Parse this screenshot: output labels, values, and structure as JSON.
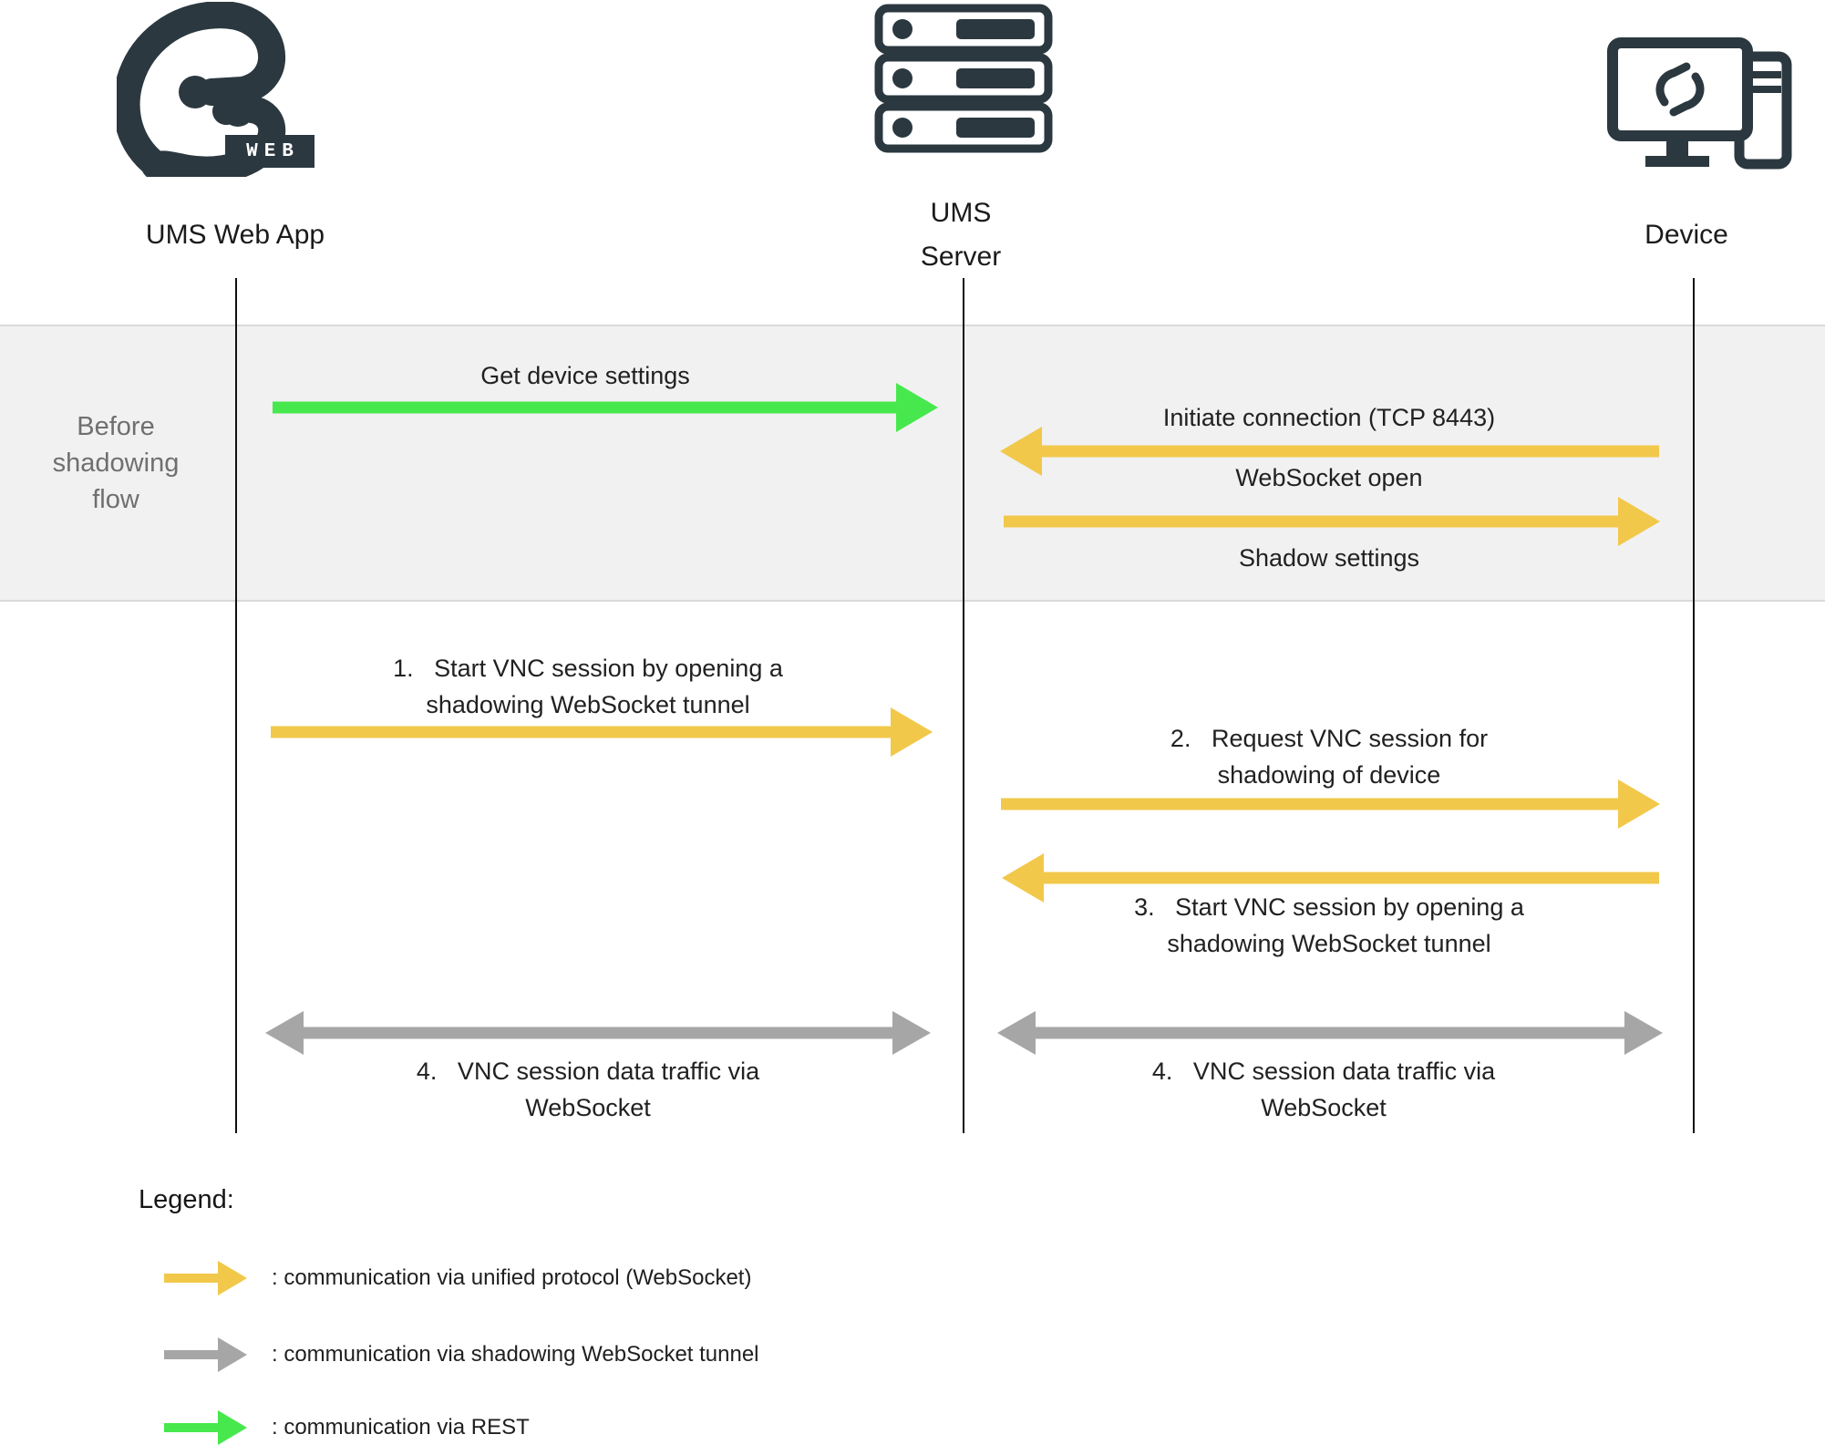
{
  "colors": {
    "unified_protocol": "#F2C84B",
    "shadowing_tunnel": "#A6A6A6",
    "rest": "#47E84D",
    "icon_dark": "#2B3840",
    "band_bg": "#F1F1F2",
    "band_border": "#D9D9D9",
    "muted_text": "#6F6F6F",
    "text": "#212121"
  },
  "actors": {
    "webapp": {
      "label": "UMS Web App",
      "badge": "WEB",
      "icon": "ums-web-app-logo-icon"
    },
    "server": {
      "label": "UMS\nServer",
      "icon": "server-rack-icon"
    },
    "device": {
      "label": "Device",
      "icon": "device-monitor-icon"
    }
  },
  "band": {
    "label": "Before\nshadowing\nflow"
  },
  "messages": {
    "get_device_settings": "Get device settings",
    "initiate_connection": "Initiate connection (TCP 8443)",
    "websocket_open": "WebSocket open",
    "shadow_settings": "Shadow settings",
    "step1": "1.   Start VNC session by opening a\nshadowing WebSocket tunnel",
    "step2": "2.   Request VNC session for\nshadowing of device",
    "step3": "3.   Start VNC session by opening a\nshadowing WebSocket tunnel",
    "step4_left": "4.   VNC session data traffic via\nWebSocket",
    "step4_right": "4.   VNC session data traffic via\nWebSocket"
  },
  "legend": {
    "title": "Legend:",
    "items": [
      {
        "arrow": "unified-protocol-arrow",
        "label": ": communication via unified protocol (WebSocket)"
      },
      {
        "arrow": "shadowing-tunnel-arrow",
        "label": ": communication via shadowing WebSocket tunnel"
      },
      {
        "arrow": "rest-arrow",
        "label": ": communication via REST"
      }
    ]
  }
}
